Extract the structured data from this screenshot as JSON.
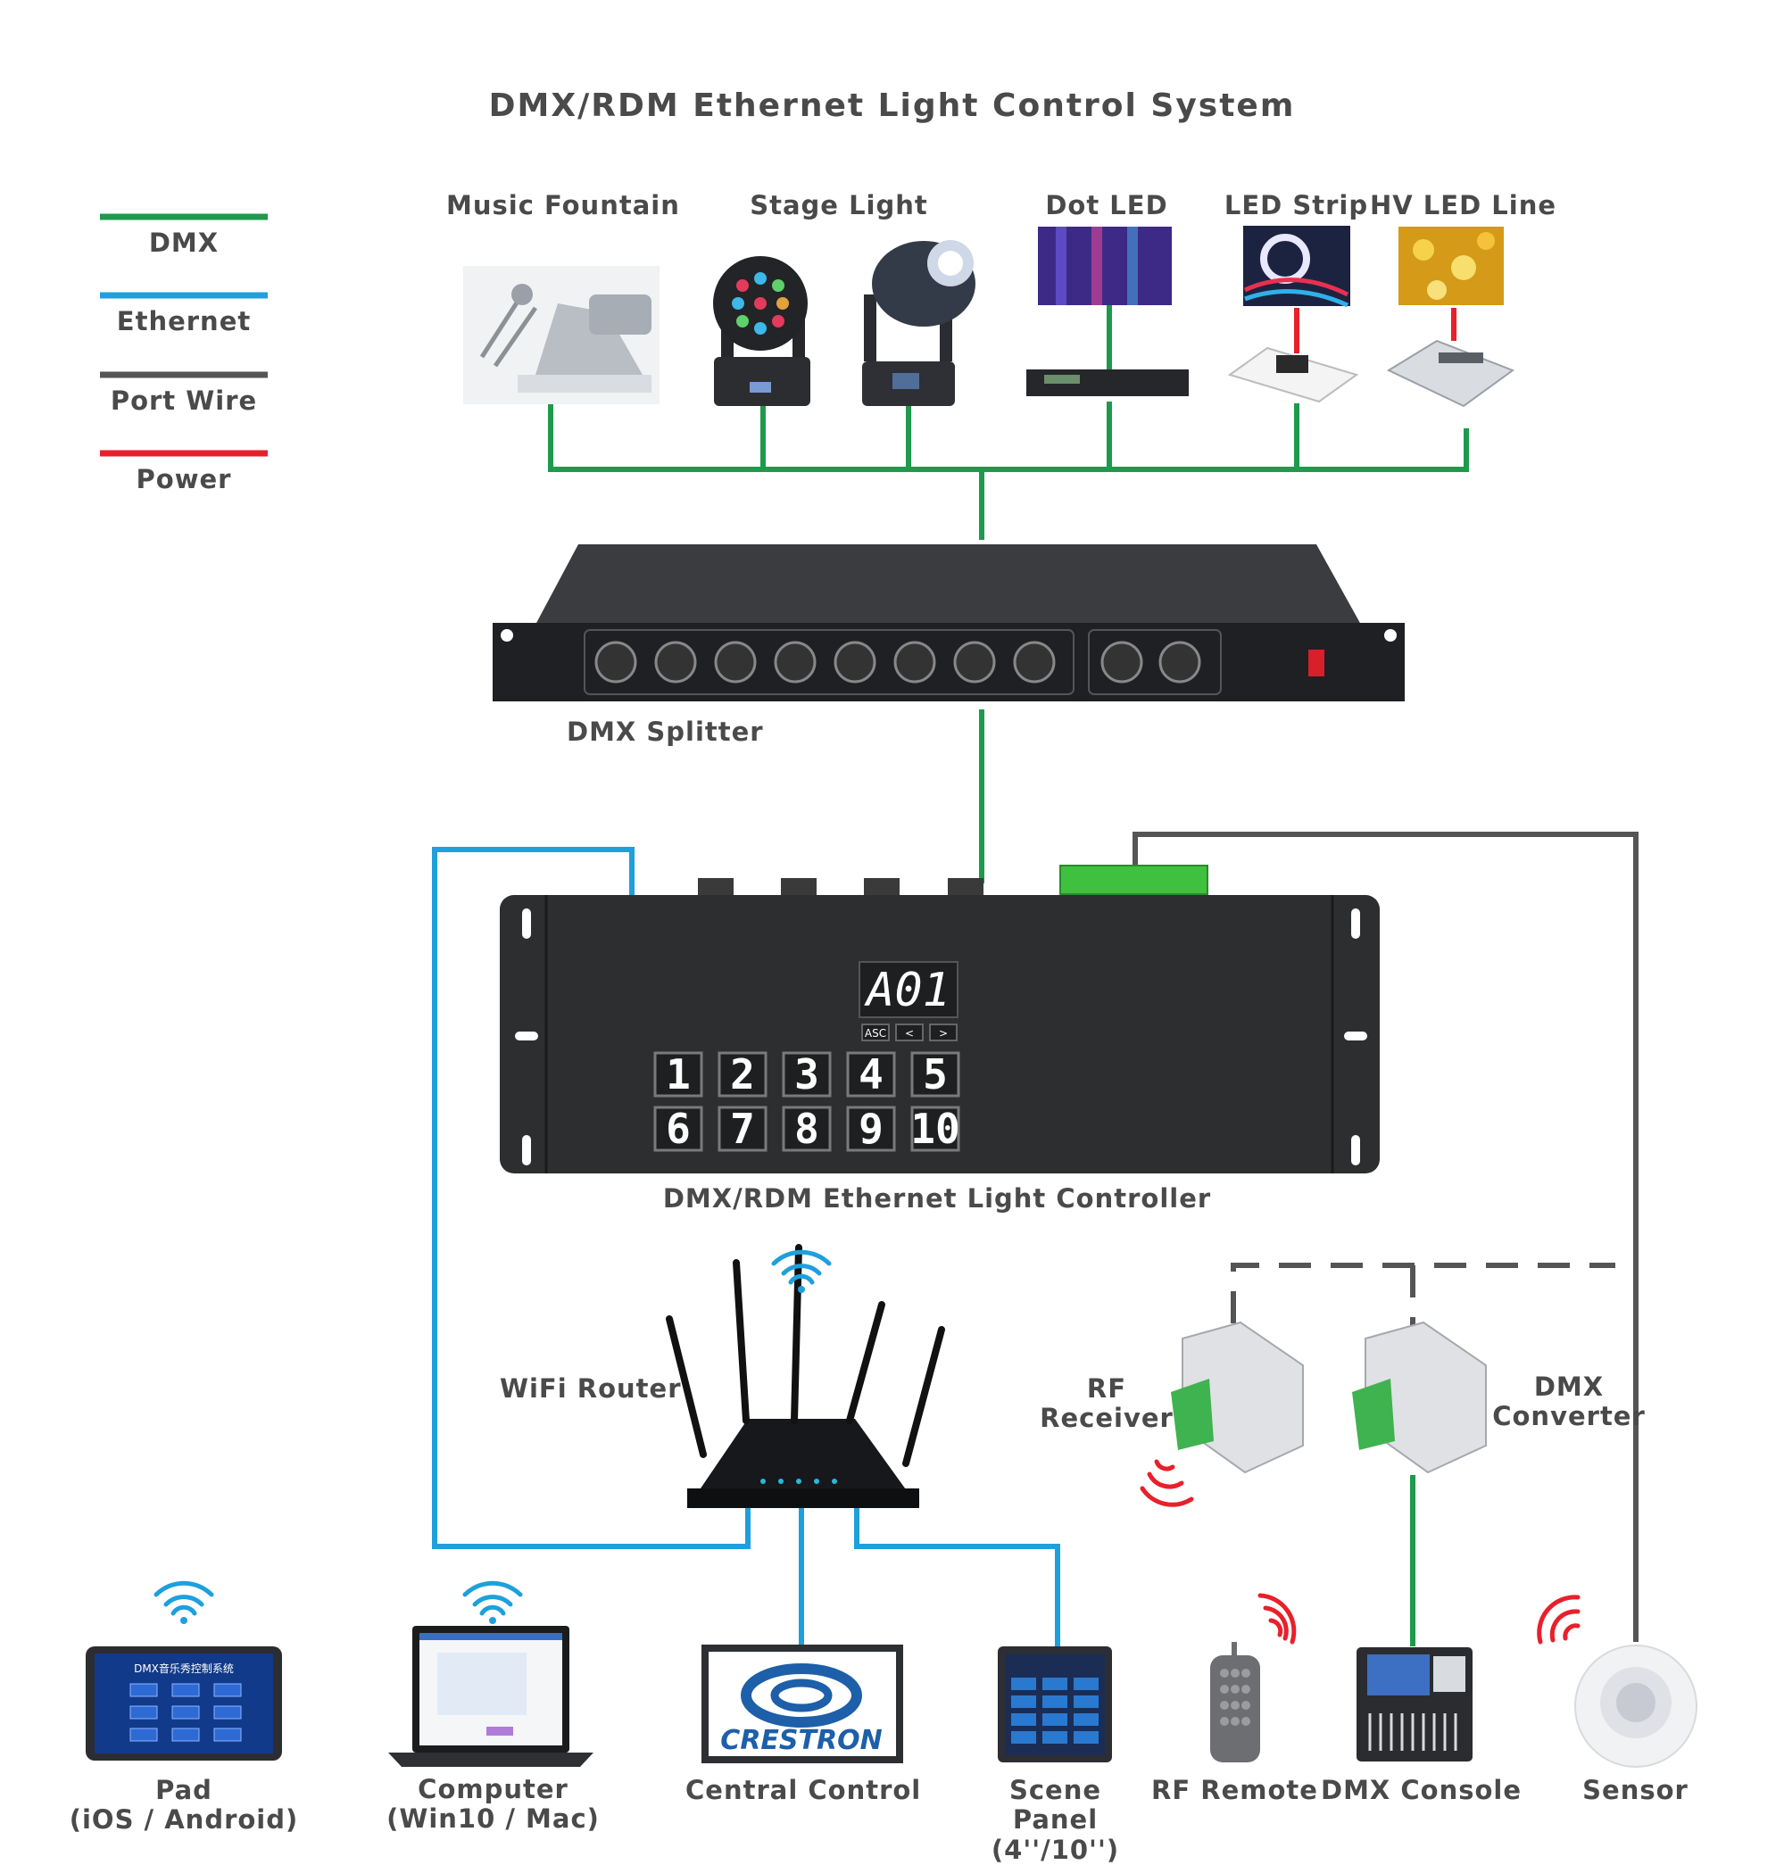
{
  "title": "DMX/RDM  Ethernet Light Control System",
  "legend": [
    {
      "label": "DMX",
      "color": "#1f9a4c"
    },
    {
      "label": "Ethernet",
      "color": "#1ea0dc"
    },
    {
      "label": "Port Wire",
      "color": "#555555"
    },
    {
      "label": "Power",
      "color": "#e8202a"
    }
  ],
  "fixtures": {
    "music_fountain": "Music Fountain",
    "stage_light": "Stage Light",
    "dot_led": "Dot LED",
    "led_strip": "LED Strip",
    "hv_led_line": "HV LED Line"
  },
  "splitter_label": "DMX Splitter",
  "controller": {
    "label": "DMX/RDM Ethernet Light Controller",
    "display": "A01",
    "buttons": [
      "1",
      "2",
      "3",
      "4",
      "5",
      "6",
      "7",
      "8",
      "9",
      "10"
    ],
    "nav": [
      "ASC",
      "<",
      ">"
    ]
  },
  "router_label": "WiFi Router",
  "rf_receiver": "RF\nReceiver",
  "dmx_converter": "DMX\nConverter",
  "devices": {
    "pad": "Pad\n(iOS / Android)",
    "computer": "Computer\n(Win10 / Mac)",
    "central_control": "Central Control",
    "scene_panel": "Scene Panel\n(4''/10'')",
    "rf_remote": "RF Remote",
    "dmx_console": "DMX Console",
    "sensor": "Sensor"
  },
  "crestron_logo": "CRESTRON",
  "pad_screen_title": "DMX音乐秀控制系统"
}
